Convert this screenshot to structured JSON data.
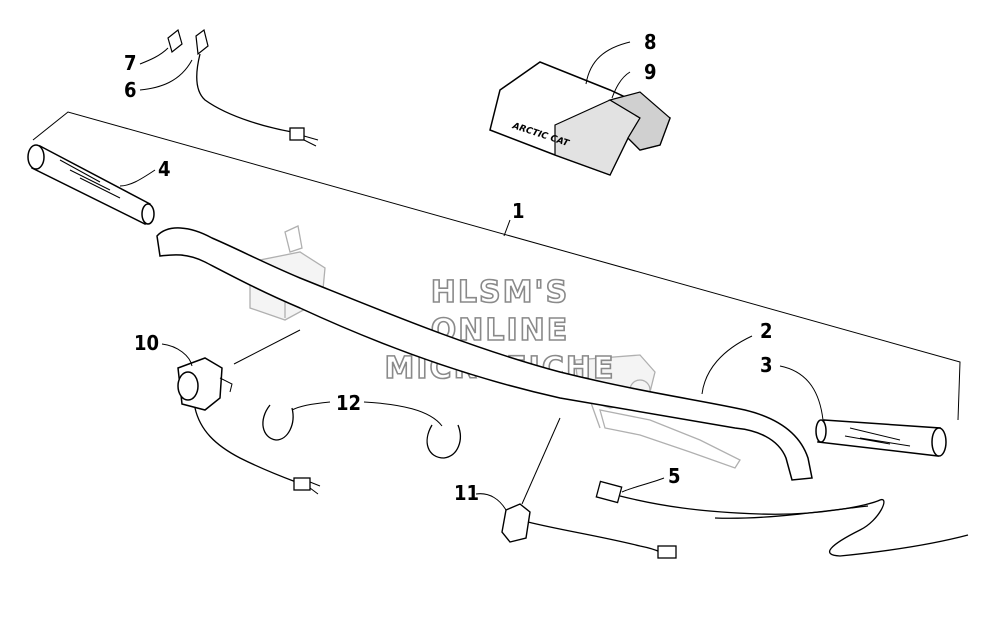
{
  "watermark": {
    "line1": "HLSM'S",
    "line2": "ONLINE",
    "line3": "MICROFICHE"
  },
  "callouts": [
    {
      "id": "1",
      "label": "1"
    },
    {
      "id": "2",
      "label": "2"
    },
    {
      "id": "3",
      "label": "3"
    },
    {
      "id": "4",
      "label": "4"
    },
    {
      "id": "5",
      "label": "5"
    },
    {
      "id": "6",
      "label": "6"
    },
    {
      "id": "7",
      "label": "7"
    },
    {
      "id": "8",
      "label": "8"
    },
    {
      "id": "9",
      "label": "9"
    },
    {
      "id": "10",
      "label": "10"
    },
    {
      "id": "11",
      "label": "11"
    },
    {
      "id": "12",
      "label": "12"
    }
  ],
  "pad_logo_text": "ARCTIC CAT",
  "colors": {
    "line": "#000000",
    "ghost": "#b0b0b0",
    "watermark_outline": "#8a8a8a"
  }
}
